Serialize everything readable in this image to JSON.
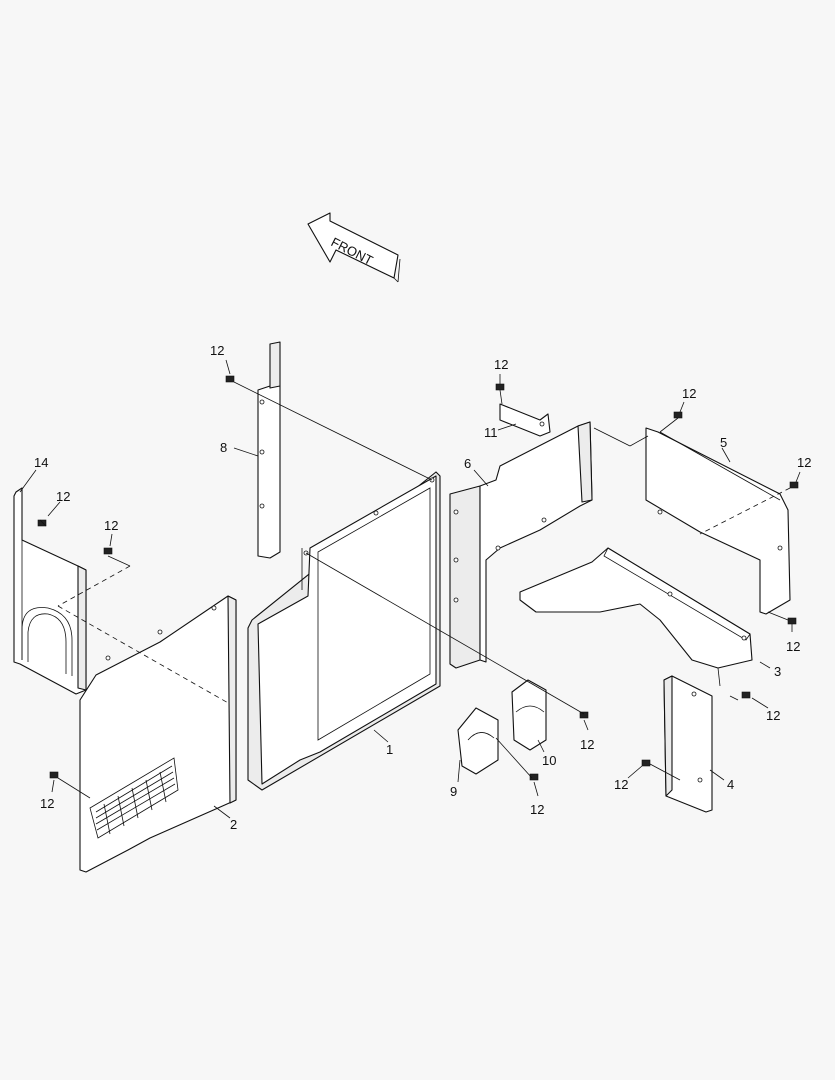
{
  "front_arrow": {
    "label": "FRONT"
  },
  "callouts": {
    "c1": "1",
    "c2": "2",
    "c3": "3",
    "c4": "4",
    "c5": "5",
    "c6": "6",
    "c8": "8",
    "c9": "9",
    "c10": "10",
    "c11": "11",
    "c14": "14",
    "c12": "12"
  },
  "colors": {
    "line": "#111111",
    "background": "#f7f7f7",
    "part_fill": "#ffffff"
  }
}
